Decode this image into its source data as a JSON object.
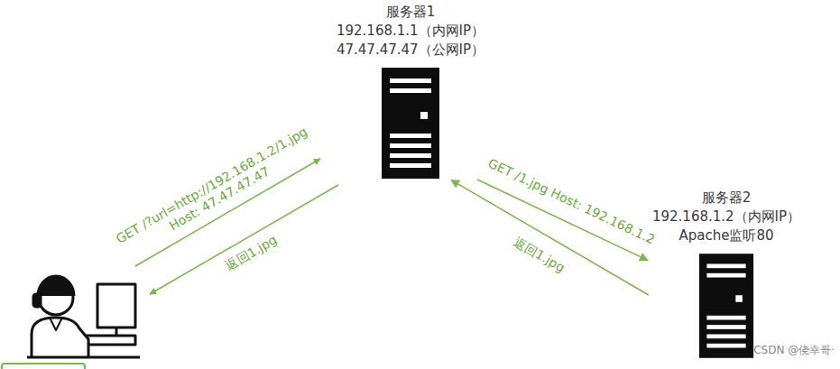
{
  "diagram": {
    "nodes": [
      {
        "text": [
          "服务器1",
          "192.168.1.1（内网IP）",
          "47.47.47.47（公网IP）"
        ]
      },
      {
        "text": [
          "服务器2",
          "192.168.1.2（内网IP）",
          "Apache监听80"
        ]
      }
    ],
    "edges": [
      {
        "from": 0,
        "to": 1,
        "label": "GET /1.jpg Host: 192.168.1.2",
        "arrow": "to"
      },
      {
        "from": 1,
        "to": 0,
        "label": "返回1.jpg",
        "arrow": "to"
      }
    ],
    "labels": [
      "GET /?url=http://192.168.1.2/1.jpg Host: 47.47.47.47",
      "返回1.jpg",
      "CSDN @侥幸哥·"
    ]
  }
}
